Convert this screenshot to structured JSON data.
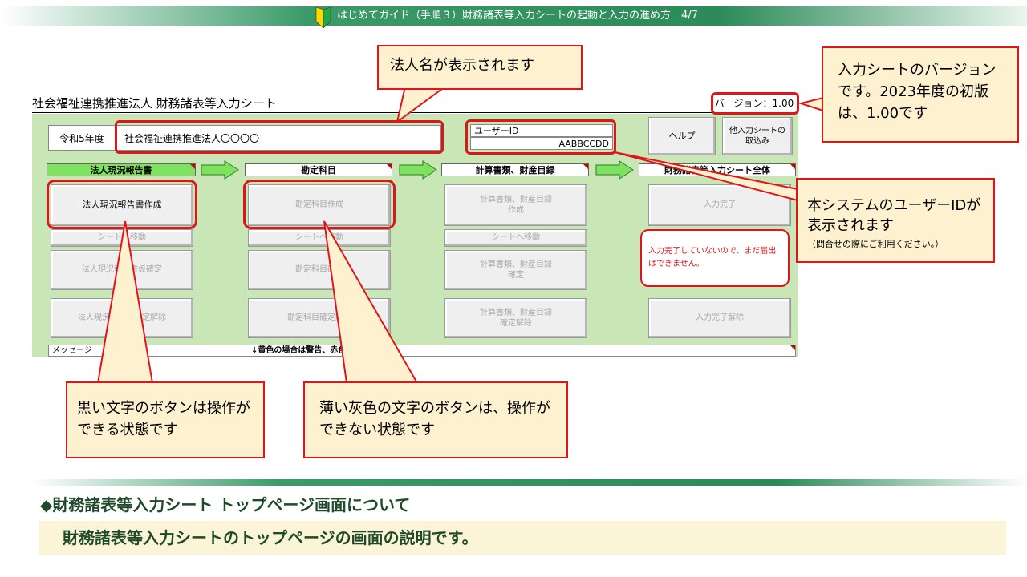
{
  "header": {
    "title": "はじめてガイド（手順３）財務諸表等入力シートの起動と入力の進め方　4/7"
  },
  "sheet": {
    "title": "社会福祉連携推進法人  財務諸表等入力シート",
    "version": "バージョン：1.00",
    "fiscal_year": "令和5年度",
    "corp_name": "社会福祉連携推進法人〇〇〇〇",
    "user_id_label": "ユーザーID",
    "user_id_value": "AABBCCDD",
    "help_button": "ヘルプ",
    "import_button": "他入力シートの取込み",
    "stages": [
      "法人現況報告書",
      "勘定科目",
      "計算書類、財産目録",
      "財務諸表等入力シート全体"
    ],
    "buttons": {
      "col1": [
        "法人現況報告書作成",
        "シートへ移動",
        "法人現況報告書仮確定",
        "法人現況報告書確定解除"
      ],
      "col2": [
        "勘定科目作成",
        "シートへ移動",
        "勘定科目確定",
        "勘定科目確定解除"
      ],
      "col3": [
        "計算書類、財産目録作成",
        "シートへ移動",
        "計算書類、財産目録確定",
        "計算書類、財産目録確定解除"
      ],
      "col4": [
        "入力完了",
        "入力完了解除"
      ]
    },
    "warning": "入力完了していないので、まだ届出はできません。",
    "message_label": "メッセージ",
    "message_hint": "↓黄色の場合は警告、赤色はエラー"
  },
  "callouts": {
    "corp_name": "法人名が表示されます",
    "version": "入力シートのバージョンです。2023年度の初版は、1.00です",
    "user_id_main": "本システムのユーザーIDが表示されます",
    "user_id_sub": "（問合せの際にご利用ください。）",
    "black_button": "黒い文字のボタンは操作ができる状態です",
    "gray_button": "薄い灰色の文字のボタンは、操作ができない状態です"
  },
  "footer": {
    "heading": "◆財務諸表等入力シート トップページ画面について",
    "description": "財務諸表等入力シートのトップページの画面の説明です。"
  },
  "colors": {
    "accent_green": "#2b8a58",
    "callout_red": "#e0151b",
    "note_fill": "#fdf1cf",
    "sheet_bg": "#c9e6b7"
  }
}
